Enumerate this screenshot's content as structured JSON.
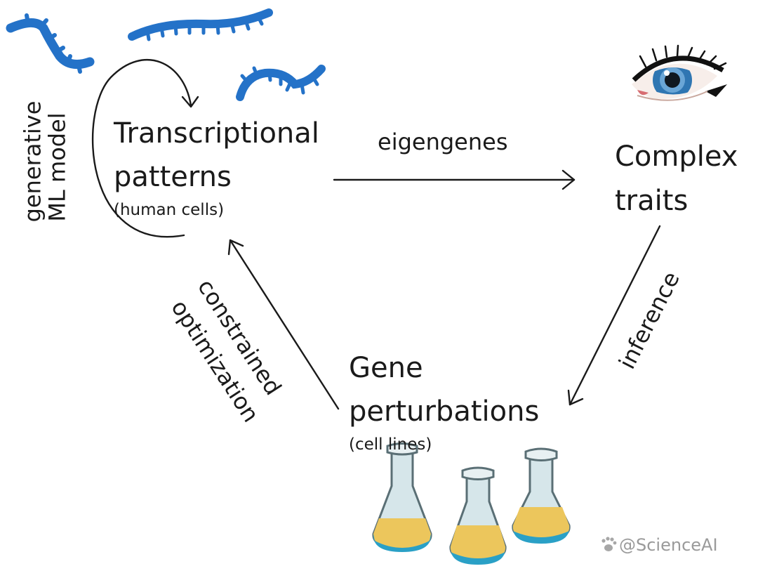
{
  "nodes": {
    "transcriptional": {
      "title_line1": "Transcriptional",
      "title_line2": "patterns",
      "subtitle": "(human cells)"
    },
    "complex": {
      "title_line1": "Complex",
      "title_line2": "traits"
    },
    "perturbations": {
      "title_line1": "Gene",
      "title_line2": "perturbations",
      "subtitle": "(cell lines)"
    }
  },
  "edges": {
    "eigengenes": "eigengenes",
    "inference": "inference",
    "constrained_line1": "constrained",
    "constrained_line2": "optimization",
    "generative_line1": "generative",
    "generative_line2": "ML model"
  },
  "watermark": "@ScienceAI",
  "colors": {
    "rna_blue": "#2472c8",
    "flask_liquid": "#ecc65c",
    "flask_base": "#2aa0c6",
    "flask_glass": "#d6e6ea",
    "iris": "#2f76b2",
    "arrow": "#1a1a1a"
  }
}
